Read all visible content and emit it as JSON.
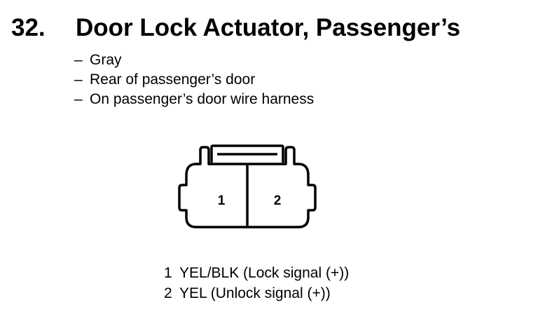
{
  "section": {
    "number": "32.",
    "title": "Door Lock Actuator, Passenger’s"
  },
  "details": [
    {
      "dash": "–",
      "text": "Gray"
    },
    {
      "dash": "–",
      "text": "Rear of passenger’s door"
    },
    {
      "dash": "–",
      "text": "On passenger’s door wire harness"
    }
  ],
  "connector": {
    "pins": [
      "1",
      "2"
    ]
  },
  "pinouts": [
    {
      "pin": "1",
      "text": "YEL/BLK (Lock signal (+))"
    },
    {
      "pin": "2",
      "text": "YEL (Unlock signal (+))"
    }
  ]
}
